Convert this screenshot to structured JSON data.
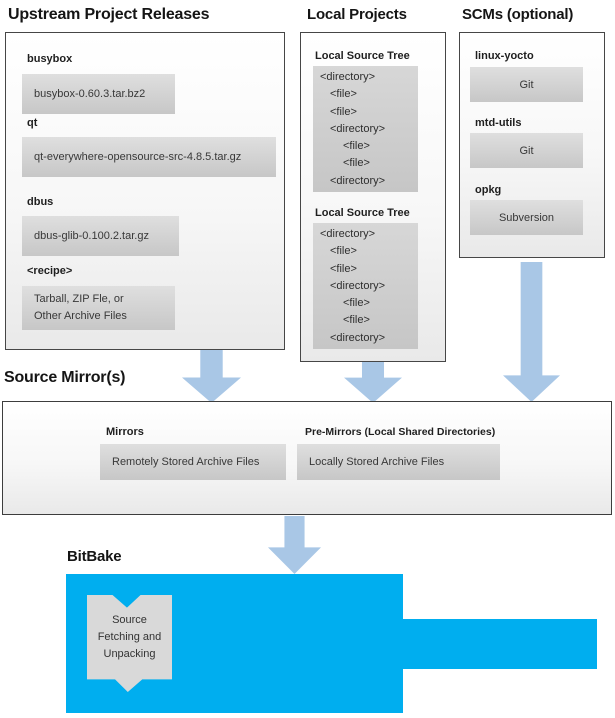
{
  "colors": {
    "bitbake_blue": "#00aeef",
    "arrow_blue": "#a9c7e6",
    "panel_gray": "#d2d2d2"
  },
  "upstream": {
    "title": "Upstream Project Releases",
    "items": [
      {
        "label": "busybox",
        "file": "busybox-0.60.3.tar.bz2"
      },
      {
        "label": "qt",
        "file": "qt-everywhere-opensource-src-4.8.5.tar.gz"
      },
      {
        "label": "dbus",
        "file": "dbus-glib-0.100.2.tar.gz"
      },
      {
        "label": "<recipe>",
        "file_lines": [
          "Tarball, ZIP Fle, or",
          "Other Archive Files"
        ]
      }
    ]
  },
  "local": {
    "title": "Local Projects",
    "sections": [
      {
        "title": "Local Source Tree",
        "lines": [
          "<directory>",
          "<file>",
          "<file>",
          "<directory>",
          "<file>",
          "<file>",
          "<directory>"
        ]
      },
      {
        "title": "Local Source Tree",
        "lines": [
          "<directory>",
          "<file>",
          "<file>",
          "<directory>",
          "<file>",
          "<file>",
          "<directory>"
        ]
      }
    ]
  },
  "scms": {
    "title": "SCMs (optional)",
    "items": [
      {
        "label": "linux-yocto",
        "tool": "Git"
      },
      {
        "label": "mtd-utils",
        "tool": "Git"
      },
      {
        "label": "opkg",
        "tool": "Subversion"
      }
    ]
  },
  "mirrors": {
    "title": "Source Mirror(s)",
    "items": [
      {
        "label": "Mirrors",
        "box": "Remotely Stored Archive Files"
      },
      {
        "label": "Pre-Mirrors (Local Shared Directories)",
        "box": "Locally Stored Archive Files"
      }
    ]
  },
  "bitbake": {
    "title": "BitBake",
    "ribbon_lines": [
      "Source",
      "Fetching and",
      "Unpacking"
    ]
  }
}
